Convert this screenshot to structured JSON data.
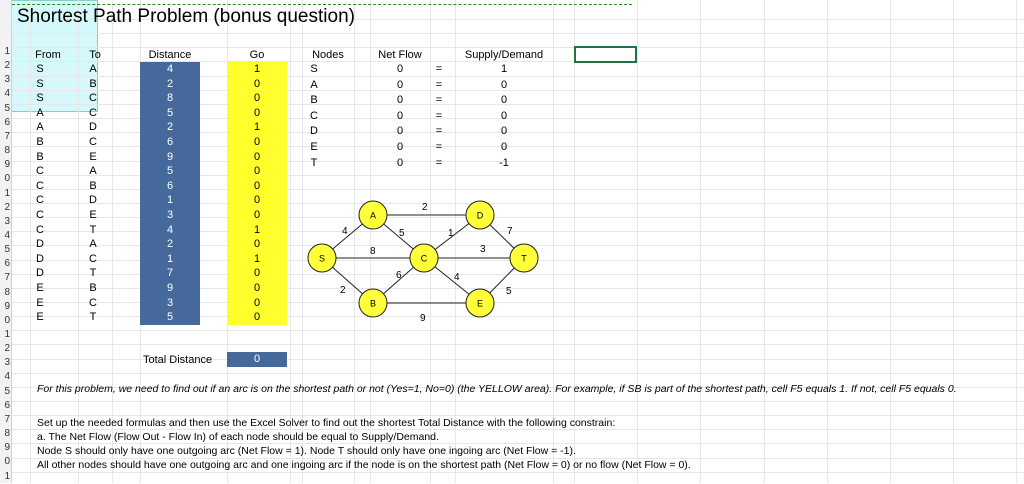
{
  "title": "Shortest Path Problem (bonus question)",
  "headers": {
    "from": "From",
    "to": "To",
    "distance": "Distance",
    "go": "Go",
    "nodes": "Nodes",
    "net_flow": "Net Flow",
    "supply_demand": "Supply/Demand"
  },
  "arcs": [
    {
      "from": "S",
      "to": "A",
      "distance": "4",
      "go": "1"
    },
    {
      "from": "S",
      "to": "B",
      "distance": "2",
      "go": "0"
    },
    {
      "from": "S",
      "to": "C",
      "distance": "8",
      "go": "0"
    },
    {
      "from": "A",
      "to": "C",
      "distance": "5",
      "go": "0"
    },
    {
      "from": "A",
      "to": "D",
      "distance": "2",
      "go": "1"
    },
    {
      "from": "B",
      "to": "C",
      "distance": "6",
      "go": "0"
    },
    {
      "from": "B",
      "to": "E",
      "distance": "9",
      "go": "0"
    },
    {
      "from": "C",
      "to": "A",
      "distance": "5",
      "go": "0"
    },
    {
      "from": "C",
      "to": "B",
      "distance": "6",
      "go": "0"
    },
    {
      "from": "C",
      "to": "D",
      "distance": "1",
      "go": "0"
    },
    {
      "from": "C",
      "to": "E",
      "distance": "3",
      "go": "0"
    },
    {
      "from": "C",
      "to": "T",
      "distance": "4",
      "go": "1"
    },
    {
      "from": "D",
      "to": "A",
      "distance": "2",
      "go": "0"
    },
    {
      "from": "D",
      "to": "C",
      "distance": "1",
      "go": "1"
    },
    {
      "from": "D",
      "to": "T",
      "distance": "7",
      "go": "0"
    },
    {
      "from": "E",
      "to": "B",
      "distance": "9",
      "go": "0"
    },
    {
      "from": "E",
      "to": "C",
      "distance": "3",
      "go": "0"
    },
    {
      "from": "E",
      "to": "T",
      "distance": "5",
      "go": "0"
    }
  ],
  "nodes": [
    {
      "name": "S",
      "net_flow": "0",
      "eq": "=",
      "supply": "1"
    },
    {
      "name": "A",
      "net_flow": "0",
      "eq": "=",
      "supply": "0"
    },
    {
      "name": "B",
      "net_flow": "0",
      "eq": "=",
      "supply": "0"
    },
    {
      "name": "C",
      "net_flow": "0",
      "eq": "=",
      "supply": "0"
    },
    {
      "name": "D",
      "net_flow": "0",
      "eq": "=",
      "supply": "0"
    },
    {
      "name": "E",
      "net_flow": "0",
      "eq": "=",
      "supply": "0"
    },
    {
      "name": "T",
      "net_flow": "0",
      "eq": "=",
      "supply": "-1"
    }
  ],
  "total": {
    "label": "Total Distance",
    "value": "0"
  },
  "row_numbers": [
    "1",
    "2",
    "3",
    "4",
    "5",
    "6",
    "7",
    "8",
    "9",
    "0",
    "1",
    "2",
    "3",
    "4",
    "5",
    "6",
    "7",
    "8",
    "9",
    "0",
    "1",
    "2",
    "3",
    "4",
    "5",
    "6",
    "7",
    "8",
    "9",
    "0",
    "1"
  ],
  "graph": {
    "nodes": [
      "S",
      "A",
      "B",
      "C",
      "D",
      "E",
      "T"
    ],
    "edge_labels": [
      "4",
      "8",
      "2",
      "2",
      "5",
      "6",
      "9",
      "1",
      "4",
      "3",
      "7",
      "5"
    ]
  },
  "instructions": {
    "line1": "For this problem, we need to find out if an arc is on the shortest path or not (Yes=1, No=0) (the YELLOW area). For example, if SB is part of the shortest path, cell F5 equals 1. If not, cell F5 equals 0.",
    "line2": "Set up the needed formulas and then use the Excel Solver to find out the shortest Total Distance with the following constrain:",
    "line3": "a. The Net Flow (Flow Out - Flow In) of each node should be equal to Supply/Demand.",
    "line4": "Node S should only have one outgoing arc (Net Flow = 1). Node T should only have one ingoing arc (Net Flow = -1).",
    "line5": "All other nodes should have one outgoing arc and one ingoing arc if the node is on the shortest path (Net Flow = 0) or no flow (Net Flow = 0)."
  },
  "colors": {
    "blue": "#44699a",
    "yellow": "#ffff2e",
    "cyan": "#d5f8fb",
    "node_fill": "#ffff3a"
  }
}
